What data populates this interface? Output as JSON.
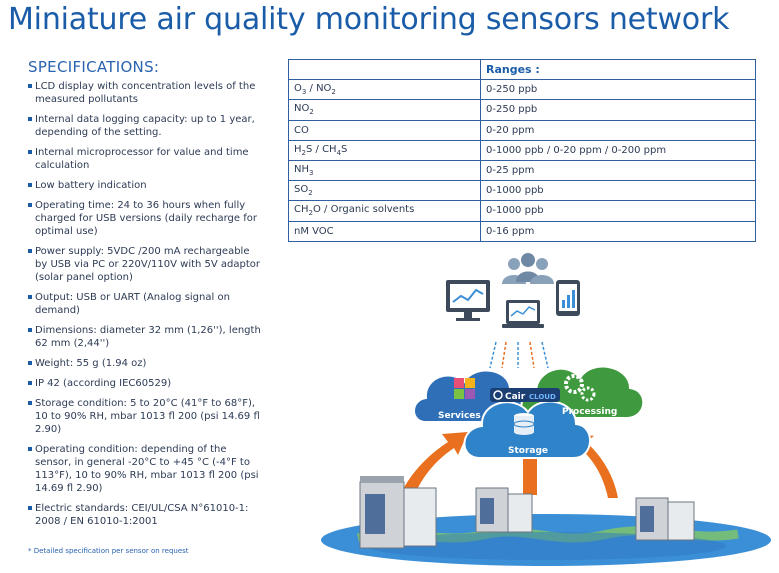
{
  "title": "Miniature air quality monitoring sensors network",
  "specifications": {
    "heading": "SPECIFICATIONS:",
    "items": [
      "LCD display with concentration levels of the measured pollutants",
      "Internal data logging capacity: up to 1 year, depending of the setting.",
      "Internal microprocessor for value and time calculation",
      "Low battery indication",
      "Operating time: 24 to 36 hours when fully charged for USB versions (daily recharge for optimal use)",
      "Power supply: 5VDC /200 mA rechargeable by USB via PC or 220V/110V with 5V adaptor (solar panel option)",
      "Output: USB or UART (Analog signal on demand)",
      "Dimensions: diameter 32 mm (1,26''), length 62 mm (2,44'')",
      "Weight: 55 g (1.94 oz)",
      "IP 42 (according IEC60529)",
      "Storage condition: 5 to 20°C (41°F to 68°F), 10 to 90% RH, mbar 1013 fl 200 (psi 14.69 fl 2.90)",
      "Operating condition: depending of the sensor, in general -20°C to +45 °C (-4°F to 113°F), 10 to 90% RH, mbar 1013 fl 200 (psi 14.69 fl 2.90)",
      "Electric standards: CEI/UL/CSA N°61010-1: 2008 / EN 61010-1:2001"
    ],
    "footnote": "* Detailed specification per sensor on request"
  },
  "ranges_table": {
    "header": [
      "",
      "Ranges :"
    ],
    "rows": [
      {
        "gas_parts": [
          "O",
          "3",
          " / NO",
          "2",
          ""
        ],
        "range": "0-250 ppb"
      },
      {
        "gas_parts": [
          "NO",
          "2",
          "",
          "",
          ""
        ],
        "range": "0-250 ppb"
      },
      {
        "gas_parts": [
          "CO",
          "",
          "",
          "",
          ""
        ],
        "range": "0-20 ppm"
      },
      {
        "gas_parts": [
          "H",
          "2",
          "S / CH",
          "4",
          "S"
        ],
        "range": "0-1000 ppb / 0-20 ppm / 0-200 ppm"
      },
      {
        "gas_parts": [
          "NH",
          "3",
          "",
          "",
          ""
        ],
        "range": "0-25 ppm"
      },
      {
        "gas_parts": [
          "SO",
          "2",
          "",
          "",
          ""
        ],
        "range": "0-1000 ppb"
      },
      {
        "gas_parts": [
          "CH",
          "2",
          "O / Organic solvents",
          "",
          ""
        ],
        "range": "0-1000 ppb"
      },
      {
        "gas_parts": [
          "nM VOC",
          "",
          "",
          "",
          ""
        ],
        "range": "0-16 ppm"
      }
    ]
  },
  "diagram": {
    "clouds": {
      "services": "Services",
      "processing": "Processing",
      "storage": "Storage",
      "brand_prefix": "Cair",
      "brand_suffix": "CLOUD"
    },
    "icons": [
      "monitor-chart-icon",
      "users-group-icon",
      "laptop-chart-icon",
      "tablet-chart-icon",
      "puzzle-icon",
      "gears-icon",
      "database-icon",
      "station-cabinet-icon"
    ],
    "colors": {
      "accent": "#1a5ca8",
      "cloud_blue": "#2e6fb7",
      "arrow_orange": "#e8701e",
      "globe": "#3a8fd6"
    }
  }
}
